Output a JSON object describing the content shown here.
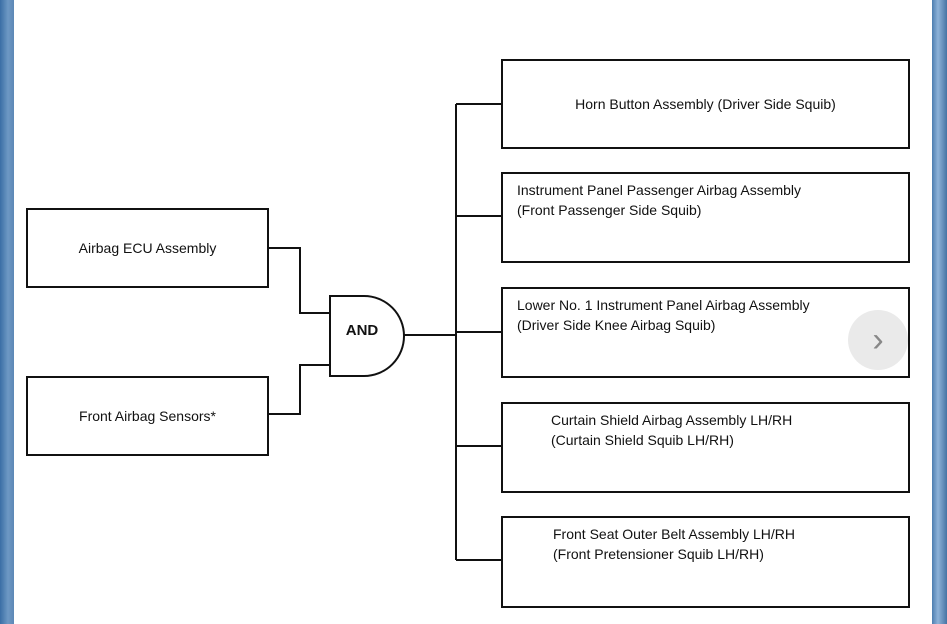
{
  "inputs": [
    {
      "label": "Airbag ECU Assembly"
    },
    {
      "label": "Front Airbag Sensors*"
    }
  ],
  "gate": {
    "label": "AND"
  },
  "outputs": [
    {
      "line1": "Horn Button Assembly (Driver Side Squib)",
      "line2": ""
    },
    {
      "line1": "Instrument Panel Passenger Airbag Assembly",
      "line2": "(Front Passenger Side Squib)"
    },
    {
      "line1": "Lower No. 1 Instrument Panel Airbag Assembly",
      "line2": "(Driver Side Knee Airbag Squib)"
    },
    {
      "line1": "Curtain Shield Airbag Assembly LH/RH",
      "line2": "(Curtain Shield Squib LH/RH)"
    },
    {
      "line1": "Front Seat Outer Belt Assembly LH/RH",
      "line2": "(Front Pretensioner Squib LH/RH)"
    }
  ],
  "nav": {
    "next_glyph": "›"
  }
}
